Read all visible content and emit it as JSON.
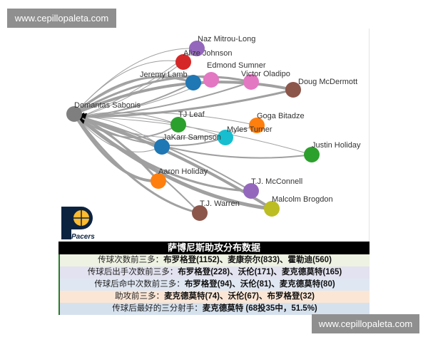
{
  "watermarks": [
    "www.cepillopaleta.com",
    "www.cepillopaleta.com"
  ],
  "graph": {
    "center": "Domantas Sabonis",
    "nodes": [
      {
        "name": "Naz Mitrou-Long",
        "color": "#9467bd"
      },
      {
        "name": "Alize Johnson",
        "color": "#d62728"
      },
      {
        "name": "Jeremy Lamb",
        "color": "#1f77b4"
      },
      {
        "name": "Edmond Sumner",
        "color": "#e377c2"
      },
      {
        "name": "Victor Oladipo",
        "color": "#e377c2"
      },
      {
        "name": "Doug McDermott",
        "color": "#8c564b"
      },
      {
        "name": "TJ Leaf",
        "color": "#2ca02c"
      },
      {
        "name": "Goga Bitadze",
        "color": "#ff7f0e"
      },
      {
        "name": "Myles Turner",
        "color": "#17becf"
      },
      {
        "name": "JaKarr Sampson",
        "color": "#1f77b4"
      },
      {
        "name": "Justin Holiday",
        "color": "#2ca02c"
      },
      {
        "name": "Aaron Holiday",
        "color": "#ff7f0e"
      },
      {
        "name": "T.J. McConnell",
        "color": "#9467bd"
      },
      {
        "name": "Malcolm Brogdon",
        "color": "#bcbd22"
      },
      {
        "name": "T.J. Warren",
        "color": "#8c564b"
      }
    ],
    "center_color": "#7f7f7f",
    "edge_color": "#a0a0a0"
  },
  "logo": {
    "text": "Pacers"
  },
  "table": {
    "title": "萨博尼斯助攻分布数据",
    "rows": [
      {
        "label": "传球次数前三多：",
        "value": "布罗格登(1152)、麦康奈尔(833)、霍勒迪(560)",
        "bg": "#eef2e2"
      },
      {
        "label": "传球后出手次数前三多：",
        "value": "布罗格登(228)、沃伦(171)、麦克德莫特(165)",
        "bg": "#e3e2f0"
      },
      {
        "label": "传球后命中次数前三多：",
        "value": "布罗格登(94)、沃伦(81)、麦克德莫特(80)",
        "bg": "#dfe7f2"
      },
      {
        "label": "助攻前三多：",
        "value": "麦克德莫特(74)、沃伦(67)、布罗格登(32)",
        "bg": "#fbe6d6"
      },
      {
        "label": "传球后最好的三分射手：",
        "value": "麦克德莫特 (68投35中，51.5%)",
        "bg": "#d6e1ee"
      }
    ]
  }
}
